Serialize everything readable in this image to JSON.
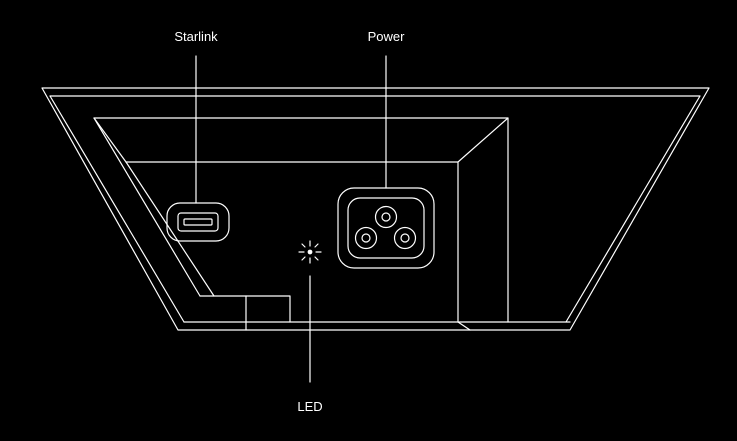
{
  "callouts": {
    "starlink": "Starlink",
    "power": "Power",
    "led": "LED"
  },
  "colors": {
    "background": "#000000",
    "line": "#ffffff",
    "text": "#ffffff"
  },
  "icons": {
    "starlink_port": "usb-port-icon",
    "power_port": "power-inlet-icon",
    "led": "led-light-icon"
  }
}
